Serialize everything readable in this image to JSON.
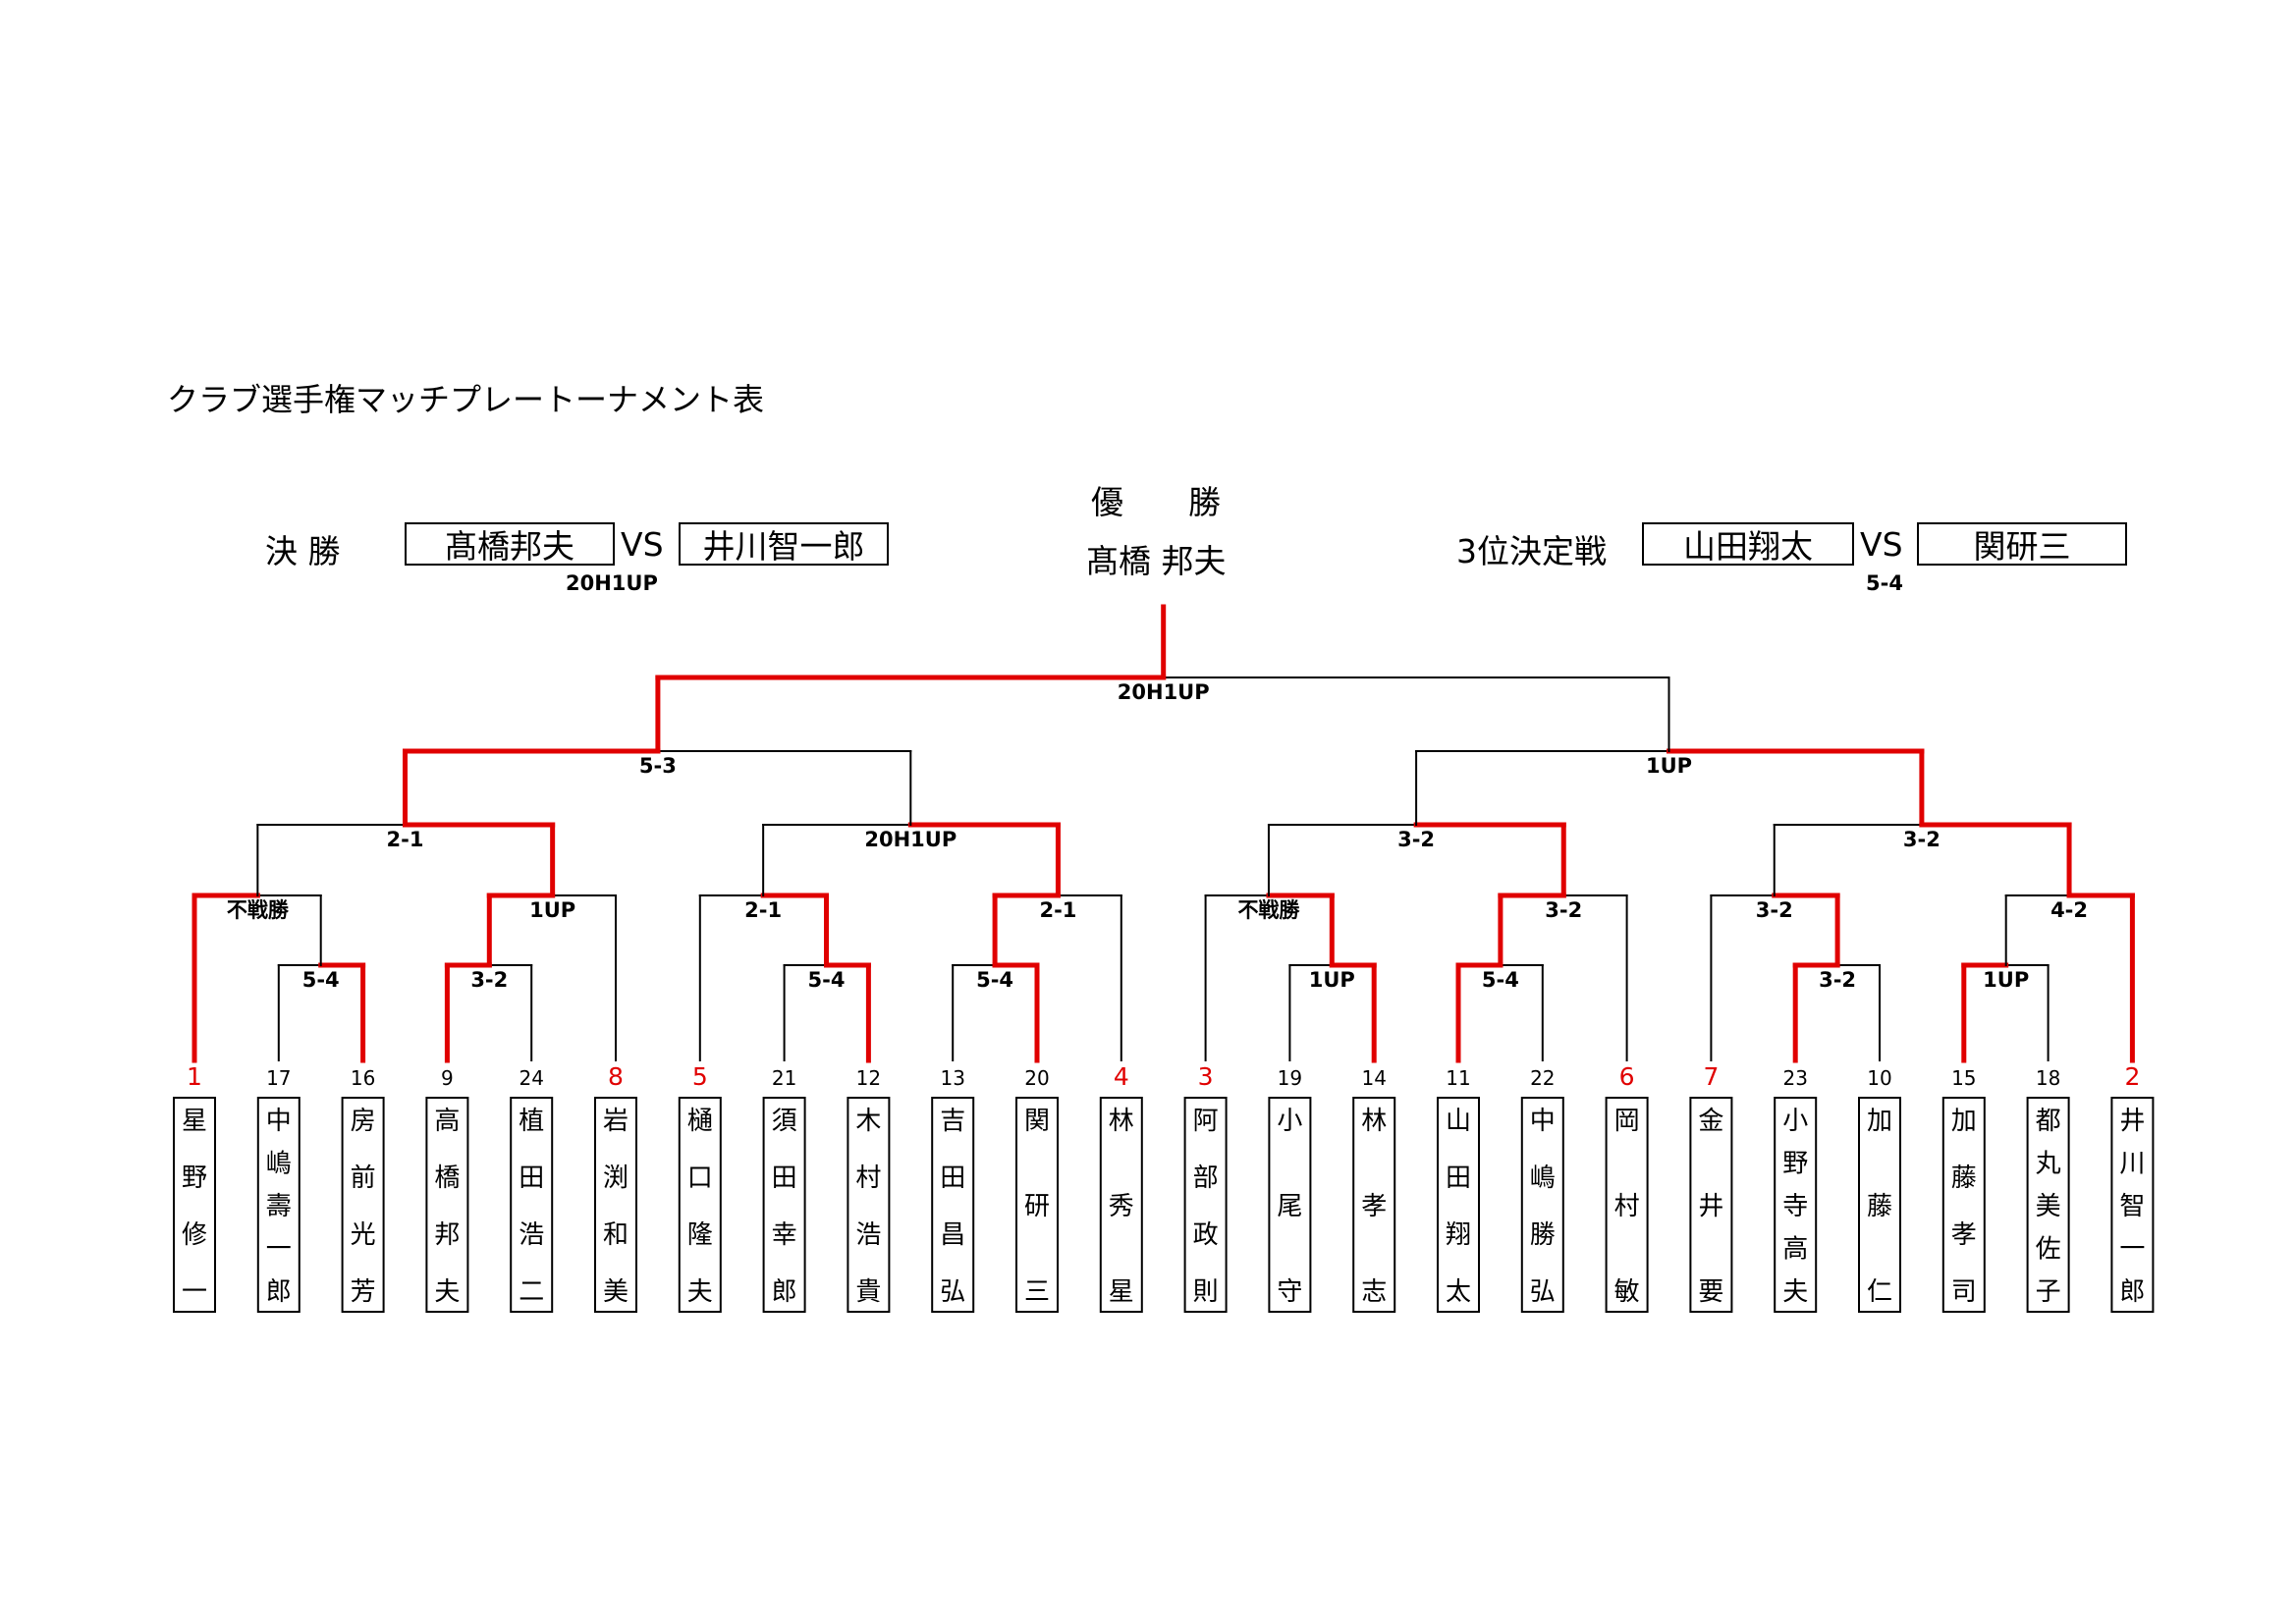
{
  "title": "クラブ選手権マッチプレートーナメント表",
  "final": {
    "label": "決 勝",
    "player1": "髙橋邦夫",
    "vs": "VS",
    "player2": "井川智一郎",
    "score": "20H1UP"
  },
  "champion": {
    "label": "優　　勝",
    "name": "髙橋 邦夫"
  },
  "third_place": {
    "label": "3位決定戦",
    "player1": "山田翔太",
    "vs": "VS",
    "player2": "関研三",
    "score": "5-4"
  },
  "colors": {
    "winner_line": "#e00000",
    "line": "#000000",
    "seed_number": "#e00000"
  },
  "players": [
    {
      "num": "1",
      "seed": true,
      "name": "星野修一"
    },
    {
      "num": "17",
      "seed": false,
      "name": "中嶋壽一郎"
    },
    {
      "num": "16",
      "seed": false,
      "name": "房前光芳"
    },
    {
      "num": "9",
      "seed": false,
      "name": "高橋邦夫"
    },
    {
      "num": "24",
      "seed": false,
      "name": "植田浩二"
    },
    {
      "num": "8",
      "seed": true,
      "name": "岩渕和美"
    },
    {
      "num": "5",
      "seed": true,
      "name": "樋口隆夫"
    },
    {
      "num": "21",
      "seed": false,
      "name": "須田幸郎"
    },
    {
      "num": "12",
      "seed": false,
      "name": "木村浩貴"
    },
    {
      "num": "13",
      "seed": false,
      "name": "吉田昌弘"
    },
    {
      "num": "20",
      "seed": false,
      "name": "関研三"
    },
    {
      "num": "4",
      "seed": true,
      "name": "林秀星"
    },
    {
      "num": "3",
      "seed": true,
      "name": "阿部政則"
    },
    {
      "num": "19",
      "seed": false,
      "name": "小尾守"
    },
    {
      "num": "14",
      "seed": false,
      "name": "林孝志"
    },
    {
      "num": "11",
      "seed": false,
      "name": "山田翔太"
    },
    {
      "num": "22",
      "seed": false,
      "name": "中嶋勝弘"
    },
    {
      "num": "6",
      "seed": true,
      "name": "岡村敏"
    },
    {
      "num": "7",
      "seed": true,
      "name": "金井要"
    },
    {
      "num": "23",
      "seed": false,
      "name": "小野寺高夫"
    },
    {
      "num": "10",
      "seed": false,
      "name": "加藤仁"
    },
    {
      "num": "15",
      "seed": false,
      "name": "加藤孝司"
    },
    {
      "num": "18",
      "seed": false,
      "name": "都丸美佐子"
    },
    {
      "num": "2",
      "seed": true,
      "name": "井川智一郎"
    }
  ],
  "matches": [
    {
      "id": "r1a",
      "a": "p1",
      "b": "p2",
      "winner": "b",
      "score": "5-4"
    },
    {
      "id": "r1b",
      "a": "p3",
      "b": "p4",
      "winner": "a",
      "score": "3-2"
    },
    {
      "id": "r1c",
      "a": "p7",
      "b": "p8",
      "winner": "b",
      "score": "5-4"
    },
    {
      "id": "r1d",
      "a": "p9",
      "b": "p10",
      "winner": "b",
      "score": "5-4"
    },
    {
      "id": "r1e",
      "a": "p13",
      "b": "p14",
      "winner": "b",
      "score": "1UP"
    },
    {
      "id": "r1f",
      "a": "p15",
      "b": "p16",
      "winner": "a",
      "score": "5-4"
    },
    {
      "id": "r1g",
      "a": "p19",
      "b": "p20",
      "winner": "a",
      "score": "3-2"
    },
    {
      "id": "r1h",
      "a": "p21",
      "b": "p22",
      "winner": "a",
      "score": "1UP"
    },
    {
      "id": "r2a",
      "a": "p0",
      "b": "r1a",
      "winner": "a",
      "score": "不戦勝"
    },
    {
      "id": "r2b",
      "a": "r1b",
      "b": "p5",
      "winner": "a",
      "score": "1UP"
    },
    {
      "id": "r2c",
      "a": "p6",
      "b": "r1c",
      "winner": "b",
      "score": "2-1"
    },
    {
      "id": "r2d",
      "a": "r1d",
      "b": "p11",
      "winner": "a",
      "score": "2-1"
    },
    {
      "id": "r2e",
      "a": "p12",
      "b": "r1e",
      "winner": "b",
      "score": "不戦勝"
    },
    {
      "id": "r2f",
      "a": "r1f",
      "b": "p17",
      "winner": "a",
      "score": "3-2"
    },
    {
      "id": "r2g",
      "a": "p18",
      "b": "r1g",
      "winner": "b",
      "score": "3-2"
    },
    {
      "id": "r2h",
      "a": "r1h",
      "b": "p23",
      "winner": "b",
      "score": "4-2"
    },
    {
      "id": "r3a",
      "a": "r2a",
      "b": "r2b",
      "winner": "b",
      "score": "2-1"
    },
    {
      "id": "r3b",
      "a": "r2c",
      "b": "r2d",
      "winner": "b",
      "score": "20H1UP"
    },
    {
      "id": "r3c",
      "a": "r2e",
      "b": "r2f",
      "winner": "b",
      "score": "3-2"
    },
    {
      "id": "r3d",
      "a": "r2g",
      "b": "r2h",
      "winner": "b",
      "score": "3-2"
    },
    {
      "id": "r4a",
      "a": "r3a",
      "b": "r3b",
      "winner": "a",
      "score": "5-3"
    },
    {
      "id": "r4b",
      "a": "r3c",
      "b": "r3d",
      "winner": "b",
      "score": "1UP"
    },
    {
      "id": "r5",
      "a": "r4a",
      "b": "r4b",
      "winner": "a",
      "score": "20H1UP"
    }
  ]
}
